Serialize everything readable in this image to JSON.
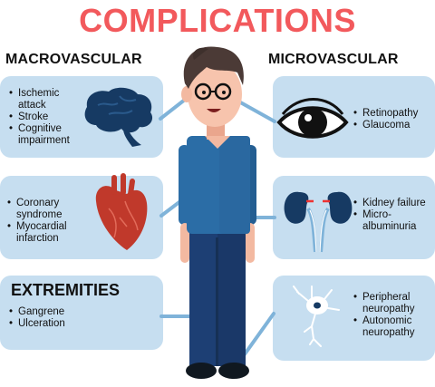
{
  "title": "COMPLICATIONS",
  "sections": {
    "macrovascular": "MACROVASCULAR",
    "microvascular": "MICROVASCULAR",
    "extremities": "EXTREMITIES"
  },
  "brain": {
    "items": [
      "Ischemic attack",
      "Stroke",
      "Cognitive impairment"
    ]
  },
  "heart": {
    "items": [
      "Coronary syndrome",
      "Myocardial infarction"
    ]
  },
  "extremities": {
    "items": [
      "Gangrene",
      "Ulceration"
    ]
  },
  "eye": {
    "items": [
      "Retinopathy",
      "Glaucoma"
    ]
  },
  "kidney": {
    "items": [
      "Kidney failure",
      "Micro-albuminuria"
    ]
  },
  "neuron": {
    "items": [
      "Peripheral neuropathy",
      "Autonomic neuropathy"
    ]
  },
  "colors": {
    "title": "#f2595c",
    "box": "#c6def0",
    "connector": "#7fb3d9",
    "organ_dark": "#163a63",
    "heart": "#c0392b",
    "shirt": "#2b6da6",
    "pants": "#1d3f74"
  }
}
